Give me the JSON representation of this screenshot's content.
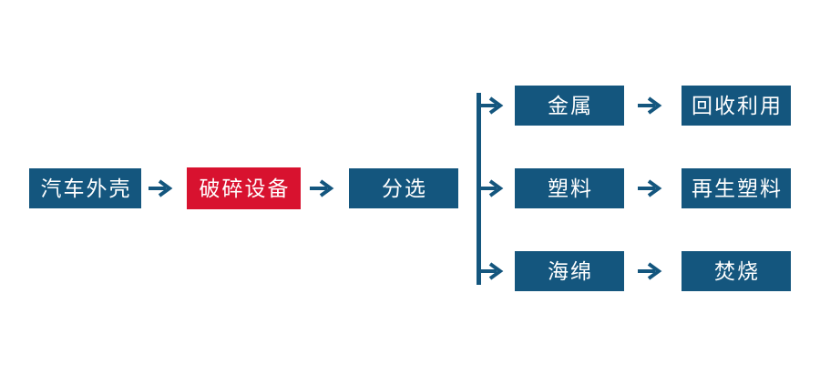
{
  "flowchart": {
    "colors": {
      "node_blue": "#14567E",
      "node_red": "#D8122F",
      "arrow_blue": "#14567E",
      "text": "#FFFFFF"
    },
    "main_flow": {
      "source": "汽车外壳",
      "process": "破碎设备",
      "sorting": "分选"
    },
    "branches": [
      {
        "material": "金属",
        "result": "回收利用"
      },
      {
        "material": "塑料",
        "result": "再生塑料"
      },
      {
        "material": "海绵",
        "result": "焚烧"
      }
    ]
  }
}
